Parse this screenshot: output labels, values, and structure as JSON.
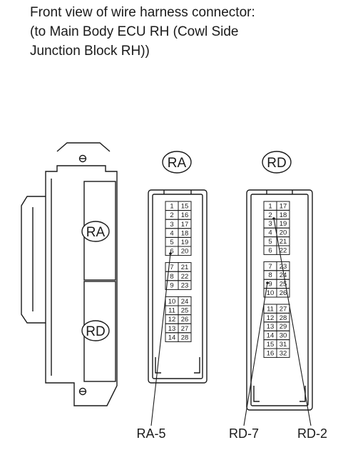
{
  "title": {
    "lines": [
      "Front view of wire harness connector:",
      "(to Main Body ECU RH (Cowl Side",
      "Junction Block RH))"
    ]
  },
  "body_labels": {
    "upper": "RA",
    "lower": "RD"
  },
  "connectors": [
    {
      "id": "RA",
      "label": "RA",
      "pin_groups": [
        {
          "left": [
            1,
            2,
            3,
            4,
            5,
            6
          ],
          "right": [
            15,
            16,
            17,
            18,
            19,
            20
          ]
        },
        {
          "left": [
            7,
            8,
            9
          ],
          "right": [
            21,
            22,
            23
          ]
        },
        {
          "left": [
            10,
            11,
            12,
            13,
            14
          ],
          "right": [
            24,
            25,
            26,
            27,
            28
          ]
        }
      ],
      "callouts": [
        "RA-5"
      ]
    },
    {
      "id": "RD",
      "label": "RD",
      "pin_groups": [
        {
          "left": [
            1,
            2,
            3,
            4,
            5,
            6
          ],
          "right": [
            17,
            18,
            19,
            20,
            21,
            22
          ]
        },
        {
          "left": [
            7,
            8,
            9,
            10
          ],
          "right": [
            23,
            24,
            25,
            26
          ]
        },
        {
          "left": [
            11,
            12,
            13,
            14,
            15,
            16
          ],
          "right": [
            27,
            28,
            29,
            30,
            31,
            32
          ]
        }
      ],
      "callouts": [
        "RD-7",
        "RD-2"
      ]
    }
  ]
}
